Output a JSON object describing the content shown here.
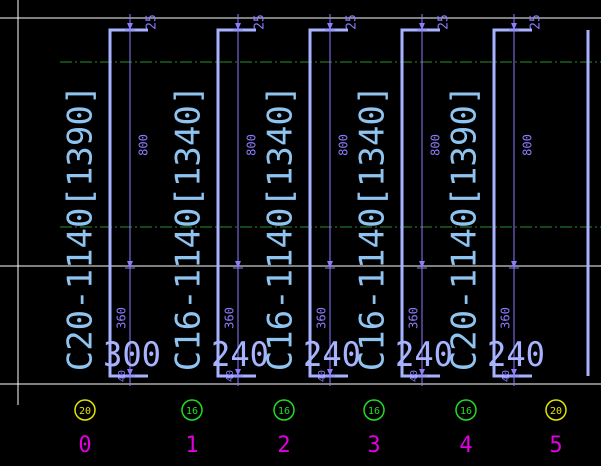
{
  "colors": {
    "background": "#000000",
    "grid_line": "#ffffff",
    "axis_dashdot": "#2e8b2e",
    "rebar": "#a7b3ff",
    "dimension": "#8a7cff",
    "label_text": "#8fc4f0",
    "index_text": "#e000e0",
    "marker_green": "#22dd22",
    "marker_yellow": "#e5e500"
  },
  "columns": [
    {
      "main_label": "C20-1140[1390]",
      "dims": {
        "top": "25",
        "middle": "800",
        "lower": "360",
        "bottom": "40"
      },
      "width_label": "300",
      "marker": {
        "symbol": "20",
        "color": "yellow"
      },
      "index": "0"
    },
    {
      "main_label": "C16-1140[1340]",
      "dims": {
        "top": "25",
        "middle": "800",
        "lower": "360",
        "bottom": "40"
      },
      "width_label": "240",
      "marker": {
        "symbol": "16",
        "color": "green"
      },
      "index": "1"
    },
    {
      "main_label": "C16-1140[1340]",
      "dims": {
        "top": "25",
        "middle": "800",
        "lower": "360",
        "bottom": "40"
      },
      "width_label": "240",
      "marker": {
        "symbol": "16",
        "color": "green"
      },
      "index": "2"
    },
    {
      "main_label": "C16-1140[1340]",
      "dims": {
        "top": "25",
        "middle": "800",
        "lower": "360",
        "bottom": "40"
      },
      "width_label": "240",
      "marker": {
        "symbol": "16",
        "color": "green"
      },
      "index": "3"
    },
    {
      "main_label": "C20-1140[1390]",
      "dims": {
        "top": "25",
        "middle": "800",
        "lower": "360",
        "bottom": "40"
      },
      "width_label": "240",
      "marker": {
        "symbol": "16",
        "color": "green"
      },
      "index": "4"
    },
    {
      "main_label": "",
      "dims": {
        "top": "",
        "middle": "",
        "lower": "",
        "bottom": ""
      },
      "width_label": "",
      "marker": {
        "symbol": "20",
        "color": "yellow"
      },
      "index": "5"
    }
  ]
}
